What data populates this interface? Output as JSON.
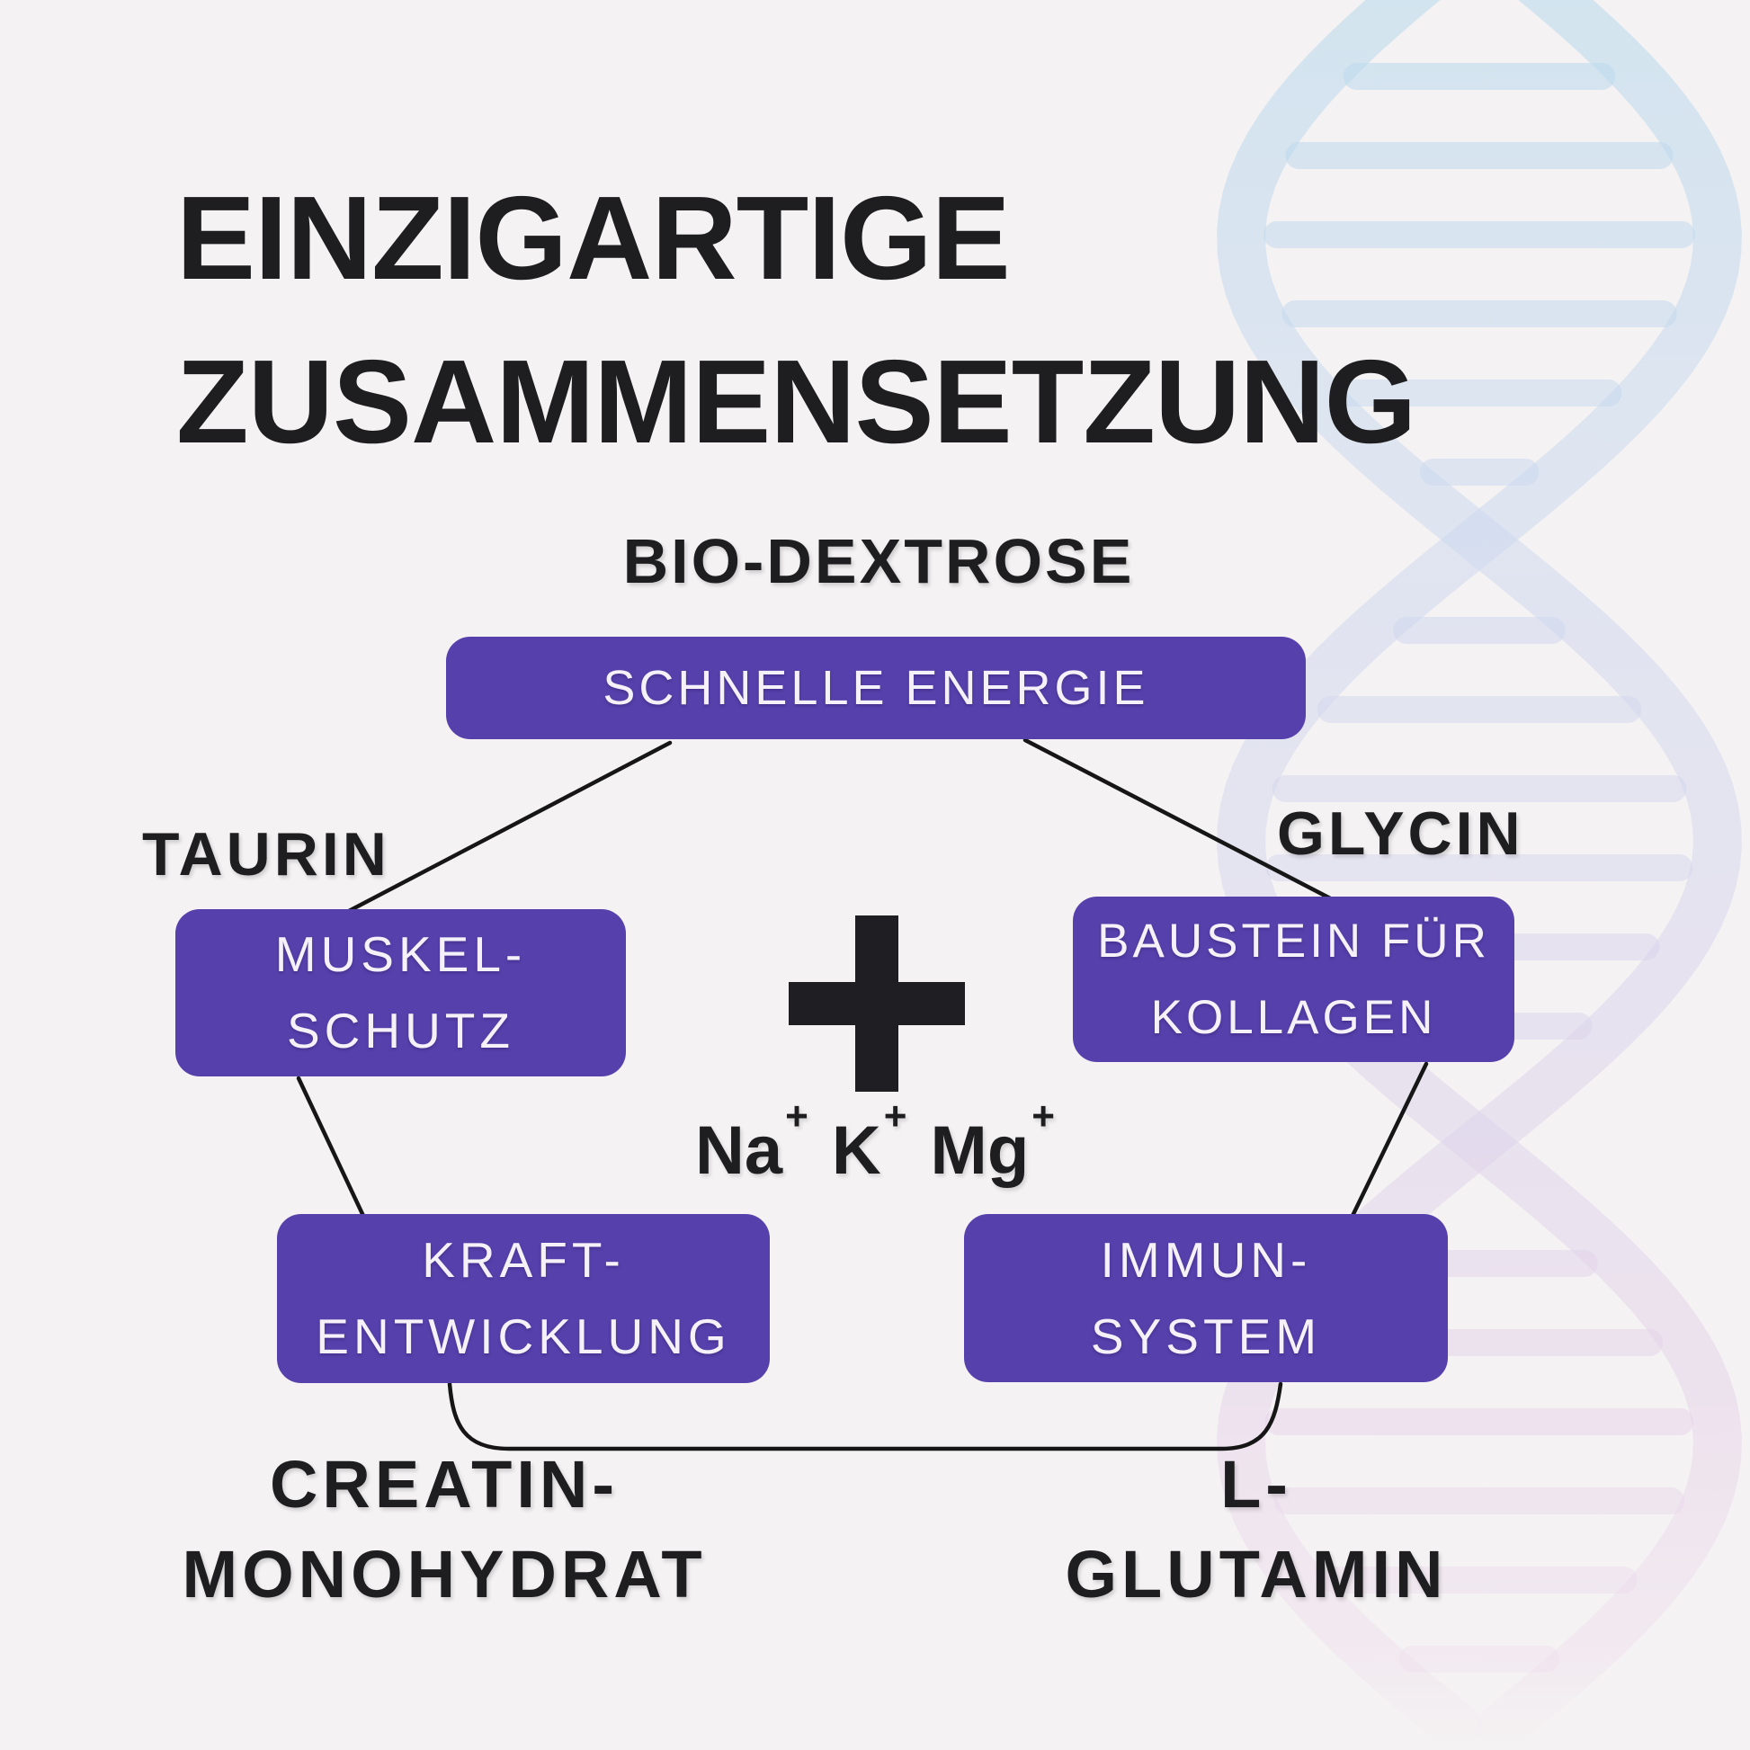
{
  "colors": {
    "background": "#f4f2f3",
    "heading": "#1e1e20",
    "box_bg": "#5641ac",
    "box_text": "#f5f1f8",
    "line": "#161616",
    "plus": "#1f1f23",
    "helix_gradient": [
      "#b7d8ec",
      "#c9d8ee",
      "#d8d3ec",
      "#e5d1e8",
      "#eedcec"
    ]
  },
  "title": {
    "line1": "EINZIGARTIGE",
    "line2": "ZUSAMMENSETZUNG"
  },
  "diagram": {
    "top": {
      "ingredient": "BIO-DEXTROSE",
      "benefit_line1": "SCHNELLE ENERGIE"
    },
    "left": {
      "ingredient": "TAURIN",
      "benefit_line1": "MUSKEL-",
      "benefit_line2": "SCHUTZ"
    },
    "right": {
      "ingredient": "GLYCIN",
      "benefit_line1": "BAUSTEIN FÜR",
      "benefit_line2": "KOLLAGEN"
    },
    "bottom_left": {
      "ingredient_line1": "CREATIN-",
      "ingredient_line2": "MONOHYDRAT",
      "benefit_line1": "KRAFT-",
      "benefit_line2": "ENTWICKLUNG"
    },
    "bottom_right": {
      "ingredient_line1": "L-",
      "ingredient_line2": "GLUTAMIN",
      "benefit_line1": "IMMUN-",
      "benefit_line2": "SYSTEM"
    },
    "center": {
      "icon": "plus-icon",
      "electrolytes": [
        {
          "symbol": "Na",
          "charge": "+"
        },
        {
          "symbol": "K",
          "charge": "+"
        },
        {
          "symbol": "Mg",
          "charge": "+"
        }
      ]
    }
  },
  "background_graphic": "dna-helix"
}
